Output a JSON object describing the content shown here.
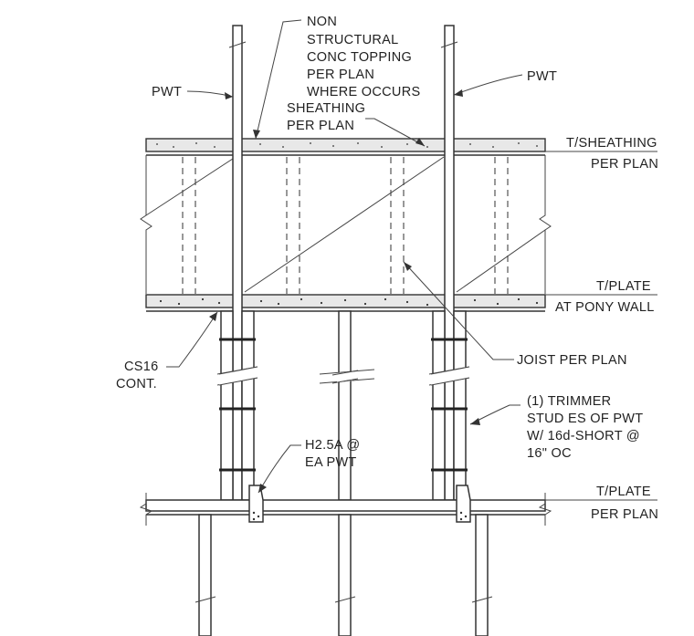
{
  "labels": {
    "pwt_left": "PWT",
    "pwt_right": "PWT",
    "topping": [
      "NON",
      "STRUCTURAL",
      "CONC TOPPING",
      "PER PLAN",
      "WHERE OCCURS"
    ],
    "sheathing": [
      "SHEATHING",
      "PER PLAN"
    ],
    "t_sheathing": [
      "T/SHEATHING",
      "PER PLAN"
    ],
    "t_plate_pony": [
      "T/PLATE",
      "AT PONY WALL"
    ],
    "cs16": [
      "CS16",
      "CONT."
    ],
    "joist": "JOIST PER PLAN",
    "trimmer": [
      "(1) TRIMMER",
      "STUD ES OF PWT",
      "W/ 16d-SHORT @",
      "16\" OC"
    ],
    "h25a": [
      "H2.5A @",
      "EA PWT"
    ],
    "t_plate_bottom": [
      "T/PLATE",
      "PER PLAN"
    ]
  },
  "colors": {
    "line": "#333333",
    "concrete_fill": "#e8e8e8",
    "background": "#ffffff"
  }
}
